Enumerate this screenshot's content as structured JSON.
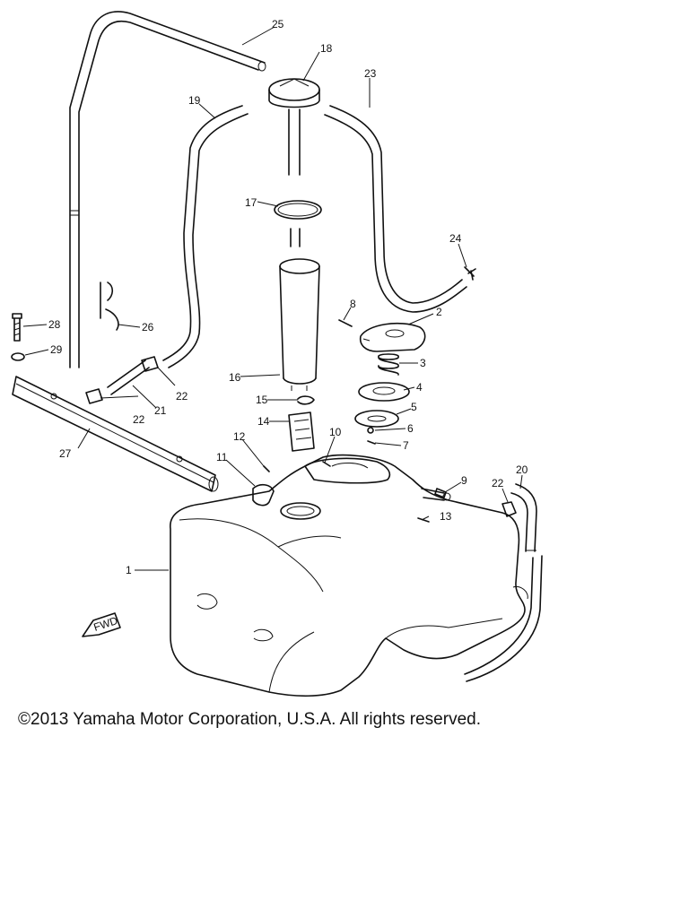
{
  "callouts": [
    {
      "id": "1",
      "label": "1"
    },
    {
      "id": "2",
      "label": "2"
    },
    {
      "id": "3",
      "label": "3"
    },
    {
      "id": "4",
      "label": "4"
    },
    {
      "id": "5",
      "label": "5"
    },
    {
      "id": "6",
      "label": "6"
    },
    {
      "id": "7",
      "label": "7"
    },
    {
      "id": "8",
      "label": "8"
    },
    {
      "id": "9",
      "label": "9"
    },
    {
      "id": "10",
      "label": "10"
    },
    {
      "id": "11",
      "label": "11"
    },
    {
      "id": "12",
      "label": "12"
    },
    {
      "id": "13",
      "label": "13"
    },
    {
      "id": "14",
      "label": "14"
    },
    {
      "id": "15",
      "label": "15"
    },
    {
      "id": "16",
      "label": "16"
    },
    {
      "id": "17",
      "label": "17"
    },
    {
      "id": "18",
      "label": "18"
    },
    {
      "id": "19",
      "label": "19"
    },
    {
      "id": "20",
      "label": "20"
    },
    {
      "id": "21",
      "label": "21"
    },
    {
      "id": "22a",
      "label": "22"
    },
    {
      "id": "22b",
      "label": "22"
    },
    {
      "id": "22c",
      "label": "22"
    },
    {
      "id": "23",
      "label": "23"
    },
    {
      "id": "24",
      "label": "24"
    },
    {
      "id": "25",
      "label": "25"
    },
    {
      "id": "26",
      "label": "26"
    },
    {
      "id": "27",
      "label": "27"
    },
    {
      "id": "28",
      "label": "28"
    },
    {
      "id": "29",
      "label": "29"
    }
  ],
  "fwd_label": "FWD",
  "copyright": "©2013 Yamaha Motor Corporation, U.S.A. All rights reserved."
}
